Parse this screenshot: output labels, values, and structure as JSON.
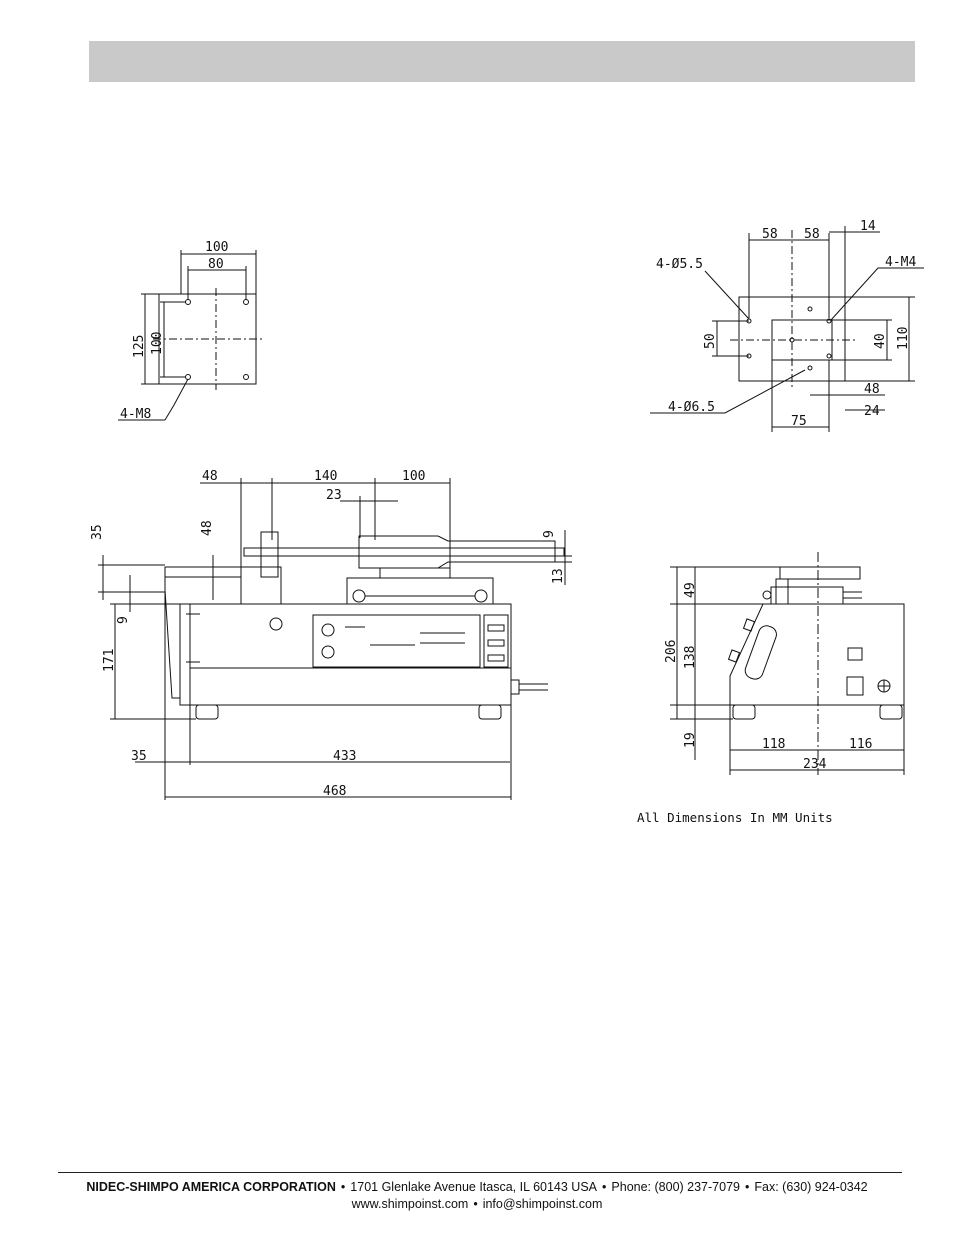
{
  "header": {
    "title": ""
  },
  "top_left_view": {
    "dims": [
      "100",
      "80",
      "125",
      "100",
      "4-M8"
    ]
  },
  "top_right_view": {
    "dims": [
      "58",
      "58",
      "14",
      "4-Ø5.5",
      "4-M4",
      "50",
      "40",
      "110",
      "48",
      "4-Ø6.5",
      "24",
      "75"
    ]
  },
  "front_view": {
    "dims": [
      "48",
      "140",
      "100",
      "23",
      "35",
      "48",
      "9",
      "13",
      "9",
      "171",
      "35",
      "433",
      "468"
    ]
  },
  "side_view": {
    "dims": [
      "49",
      "206",
      "138",
      "19",
      "118",
      "116",
      "234"
    ]
  },
  "note": "All Dimensions In MM Units",
  "footer": {
    "company": "NIDEC-SHIMPO AMERICA CORPORATION",
    "address": "1701 Glenlake Avenue  Itasca, IL 60143 USA",
    "phone": "Phone: (800) 237-7079",
    "fax": "Fax: (630) 924-0342",
    "website": "www.shimpoinst.com",
    "email": "info@shimpoinst.com",
    "bullet": "•"
  }
}
